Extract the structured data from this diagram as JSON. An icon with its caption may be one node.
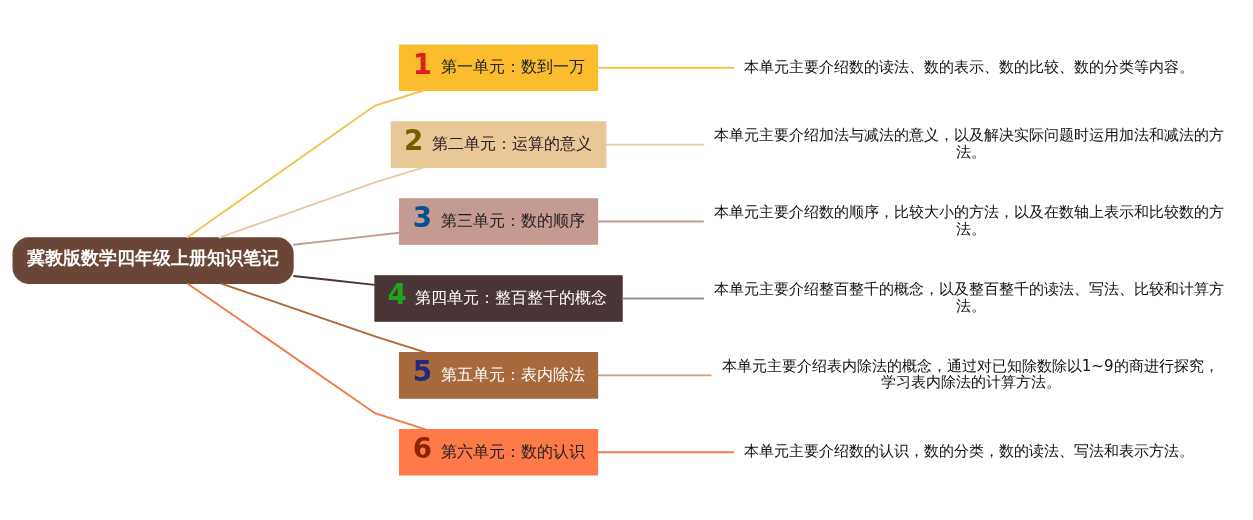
{
  "diagram": {
    "nodes": [
      {
        "text": [
          "冀教版数学四年级上册知识笔记"
        ]
      },
      {
        "text": [
          "1",
          "第一单元：数到一万"
        ]
      },
      {
        "text": [
          "2",
          "第二单元：运算的意义"
        ]
      },
      {
        "text": [
          "3",
          "第三单元：数的顺序"
        ]
      },
      {
        "text": [
          "4",
          "第四单元：整百整千的概念"
        ]
      },
      {
        "text": [
          "5",
          "第五单元：表内除法"
        ]
      },
      {
        "text": [
          "6",
          "第六单元：数的认识"
        ]
      },
      {
        "text": [
          "本单元主要介绍数的读法、数的表示、数的比较、数的分类等内容。"
        ]
      },
      {
        "text": [
          "本单元主要介绍加法与减法的意义，以及解决实际问题时运用加法和减法的方法。"
        ]
      },
      {
        "text": [
          "本单元主要介绍数的顺序，比较大小的方法，以及在数轴上表示和比较数的方法。"
        ]
      },
      {
        "text": [
          "本单元主要介绍整百整千的概念，以及整百整千的读法、写法、比较和计算方法。"
        ]
      },
      {
        "text": [
          "本单元主要介绍表内除法的概念，通过对已知除数除以1~9的商进行探究，学习表内除法的计算方法。"
        ]
      },
      {
        "text": [
          "本单元主要介绍数的认识，数的分类，数的读法、写法和表示方法。"
        ]
      }
    ],
    "edges": [
      {
        "from": 0,
        "to": 1,
        "arrow": "none",
        "color": "#f2c14e"
      },
      {
        "from": 0,
        "to": 2,
        "arrow": "none",
        "color": "#e8c9a0"
      },
      {
        "from": 0,
        "to": 3,
        "arrow": "none",
        "color": "#c49a92"
      },
      {
        "from": 0,
        "to": 4,
        "arrow": "none",
        "color": "#4a3536"
      },
      {
        "from": 0,
        "to": 5,
        "arrow": "none",
        "color": "#a86a3c"
      },
      {
        "from": 0,
        "to": 6,
        "arrow": "none",
        "color": "#f07a4a"
      },
      {
        "from": 1,
        "to": 7,
        "arrow": "none",
        "color": "#f2c14e"
      },
      {
        "from": 2,
        "to": 8,
        "arrow": "none",
        "color": "#e8c9a0"
      },
      {
        "from": 3,
        "to": 9,
        "arrow": "none",
        "color": "#c49a92"
      },
      {
        "from": 4,
        "to": 10,
        "arrow": "none",
        "color": "#a08c90"
      },
      {
        "from": 5,
        "to": 11,
        "arrow": "none",
        "color": "#c9a080"
      },
      {
        "from": 6,
        "to": 12,
        "arrow": "none",
        "color": "#f07a4a"
      }
    ]
  }
}
